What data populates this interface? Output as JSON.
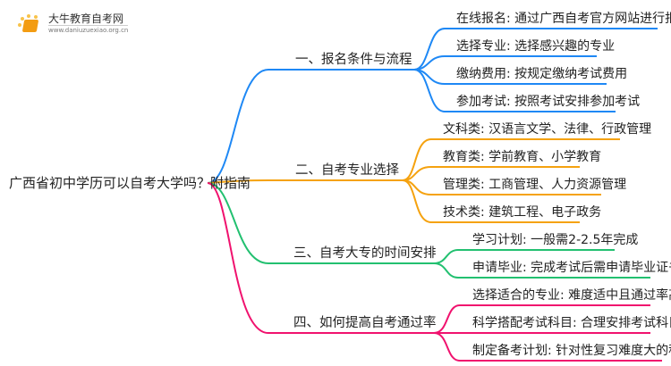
{
  "logo": {
    "name": "大牛教育自考网",
    "url": "www.daniuzuexiao.org.cn"
  },
  "root": "广西省初中学历可以自考大学吗？附指南",
  "colors": {
    "b1": "#1e88f5",
    "b2": "#f5a20f",
    "b3": "#22c070",
    "b4": "#f0126e"
  },
  "branches": [
    {
      "label": "一、报名条件与流程",
      "children": [
        "在线报名: 通过广西自考官方网站进行报名",
        "选择专业: 选择感兴趣的专业",
        "缴纳费用: 按规定缴纳考试费用",
        "参加考试: 按照考试安排参加考试"
      ]
    },
    {
      "label": "二、自考专业选择",
      "children": [
        "文科类: 汉语言文学、法律、行政管理",
        "教育类: 学前教育、小学教育",
        "管理类: 工商管理、人力资源管理",
        "技术类: 建筑工程、电子政务"
      ]
    },
    {
      "label": "三、自考大专的时间安排",
      "children": [
        "学习计划: 一般需2-2.5年完成",
        "申请毕业: 完成考试后需申请毕业证书"
      ]
    },
    {
      "label": "四、如何提高自考通过率",
      "children": [
        "选择适合的专业: 难度适中且通过率高",
        "科学搭配考试科目: 合理安排考试科目",
        "制定备考计划: 针对性复习难度大的科目"
      ]
    }
  ]
}
